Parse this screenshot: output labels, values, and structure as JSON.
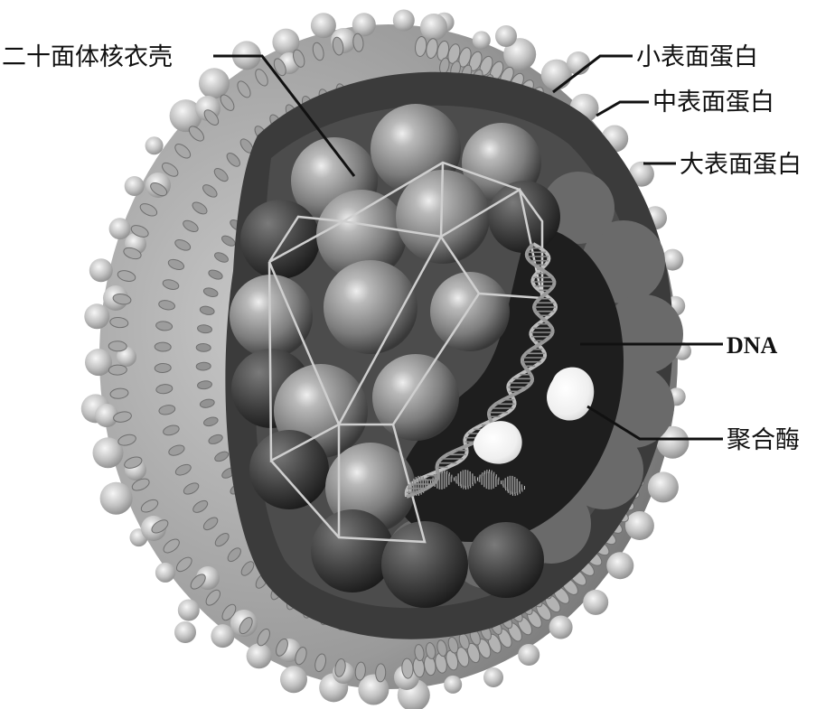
{
  "labels": {
    "capsid": "二十面体核衣壳",
    "small_protein": "小表面蛋白",
    "middle_protein": "中表面蛋白",
    "large_protein": "大表面蛋白",
    "dna": "DNA",
    "polymerase": "聚合酶"
  },
  "colors": {
    "membrane": "#9c9c9c",
    "interior": "#3a3a3a",
    "sphere": "#8a8a8a",
    "dna_region": "#1f1f1f",
    "enzyme": "#f2f2f2",
    "ink": "#111111"
  }
}
